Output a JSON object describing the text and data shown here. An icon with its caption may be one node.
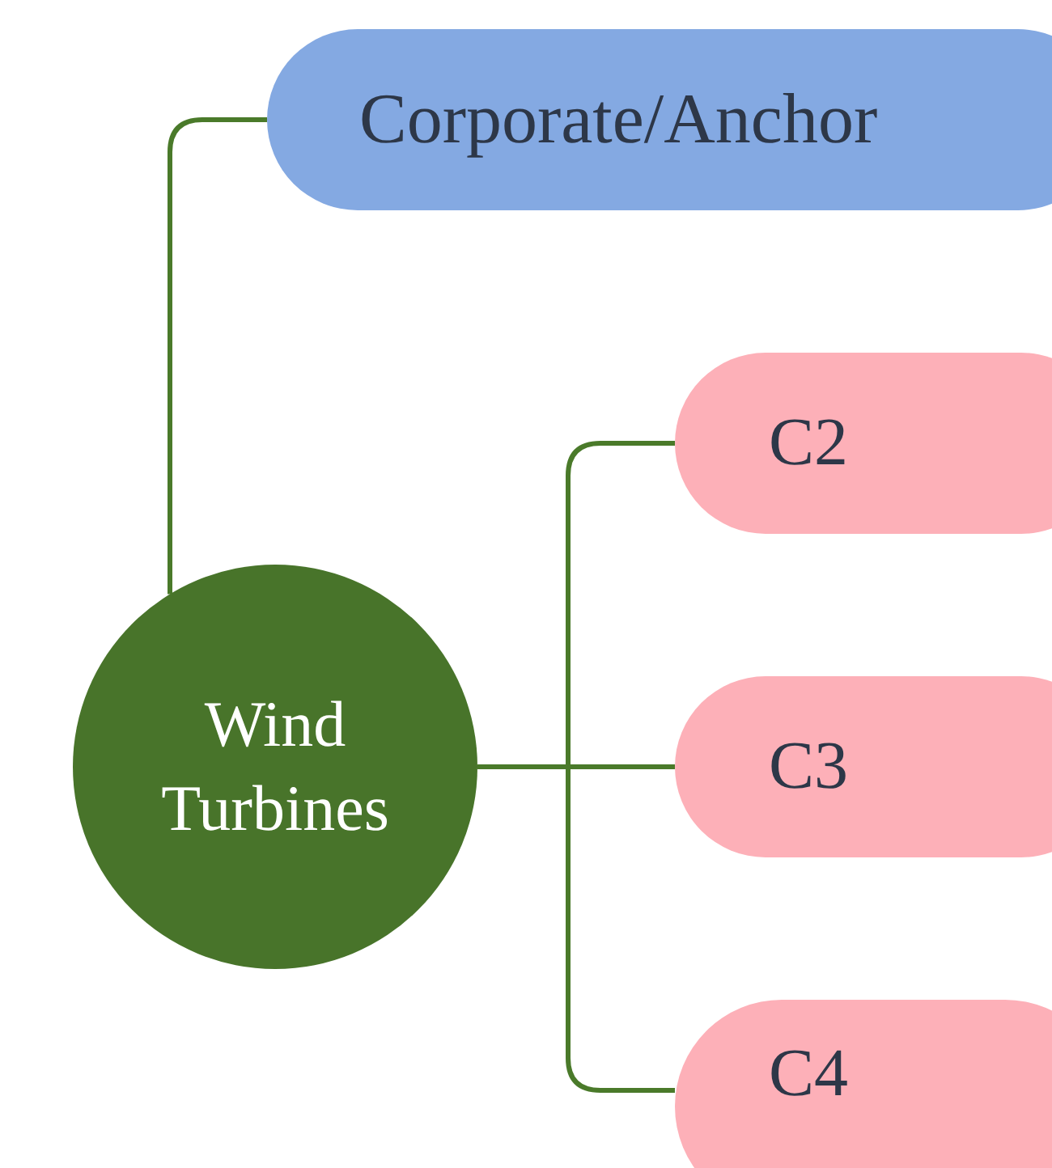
{
  "diagram": {
    "nodes": [
      {
        "text": [
          "Corporate/Anchor"
        ]
      },
      {
        "text": [
          "C2"
        ]
      },
      {
        "text": [
          "Wind Turbines"
        ]
      },
      {
        "text": [
          "C3"
        ]
      },
      {
        "text": [
          "C4"
        ]
      }
    ],
    "edges": [
      {
        "from": 2,
        "to": 0,
        "arrow": "none"
      },
      {
        "from": 2,
        "to": 1,
        "arrow": "none"
      },
      {
        "from": 2,
        "to": 3,
        "arrow": "none"
      },
      {
        "from": 2,
        "to": 4,
        "arrow": "none"
      }
    ]
  }
}
